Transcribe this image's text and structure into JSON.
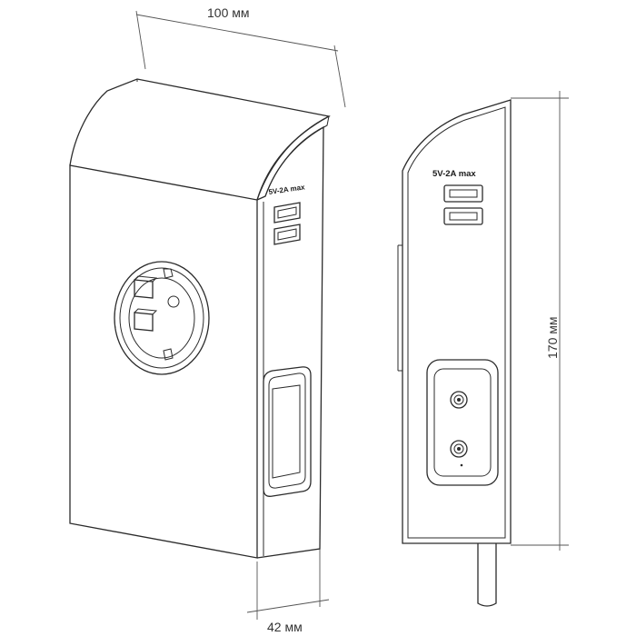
{
  "dimensions": {
    "width_label": "100 мм",
    "depth_label": "42 мм",
    "height_label": "170 мм"
  },
  "usb": {
    "front_label": "5V-2A max",
    "side_label": "5V-2A max"
  },
  "colors": {
    "line": "#2b2b2b",
    "dimension_line": "#555555",
    "background": "#ffffff"
  }
}
